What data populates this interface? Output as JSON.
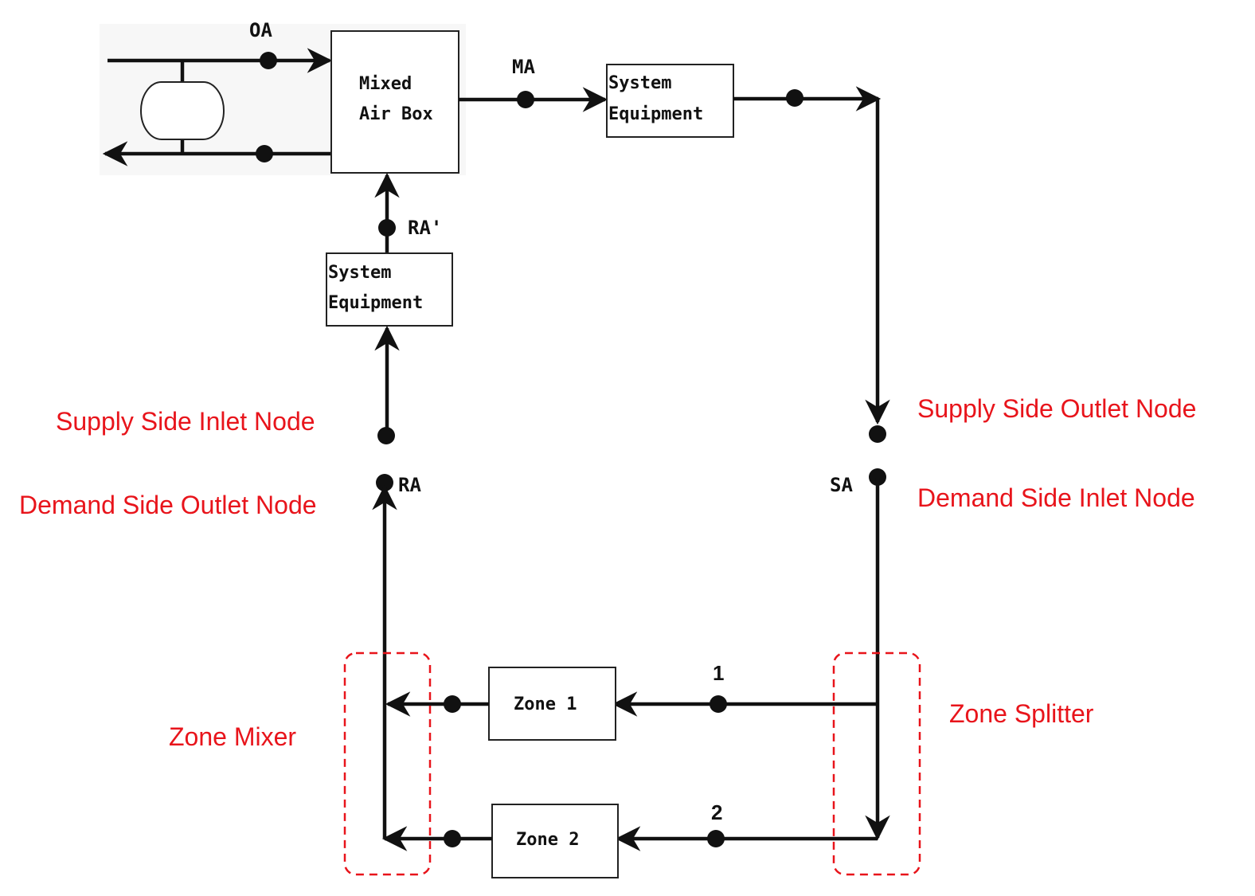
{
  "colors": {
    "line": "#111111",
    "annotation": "#e8141b"
  },
  "stream_labels": {
    "oa": "OA",
    "ma": "MA",
    "ra_prime": "RA'",
    "ra": "RA",
    "sa": "SA",
    "branch_1": "1",
    "branch_2": "2"
  },
  "boxes": {
    "mixed_air_box": [
      "Mixed",
      "Air Box"
    ],
    "system_equipment_supply": [
      "System",
      "Equipment"
    ],
    "system_equipment_return": [
      "System",
      "Equipment"
    ],
    "zone_1": "Zone 1",
    "zone_2": "Zone 2"
  },
  "annotations": {
    "supply_side_inlet_node": "Supply Side Inlet Node",
    "demand_side_outlet_node": "Demand Side Outlet Node",
    "supply_side_outlet_node": "Supply Side Outlet Node",
    "demand_side_inlet_node": "Demand Side Inlet Node",
    "zone_mixer": "Zone Mixer",
    "zone_splitter": "Zone Splitter"
  }
}
